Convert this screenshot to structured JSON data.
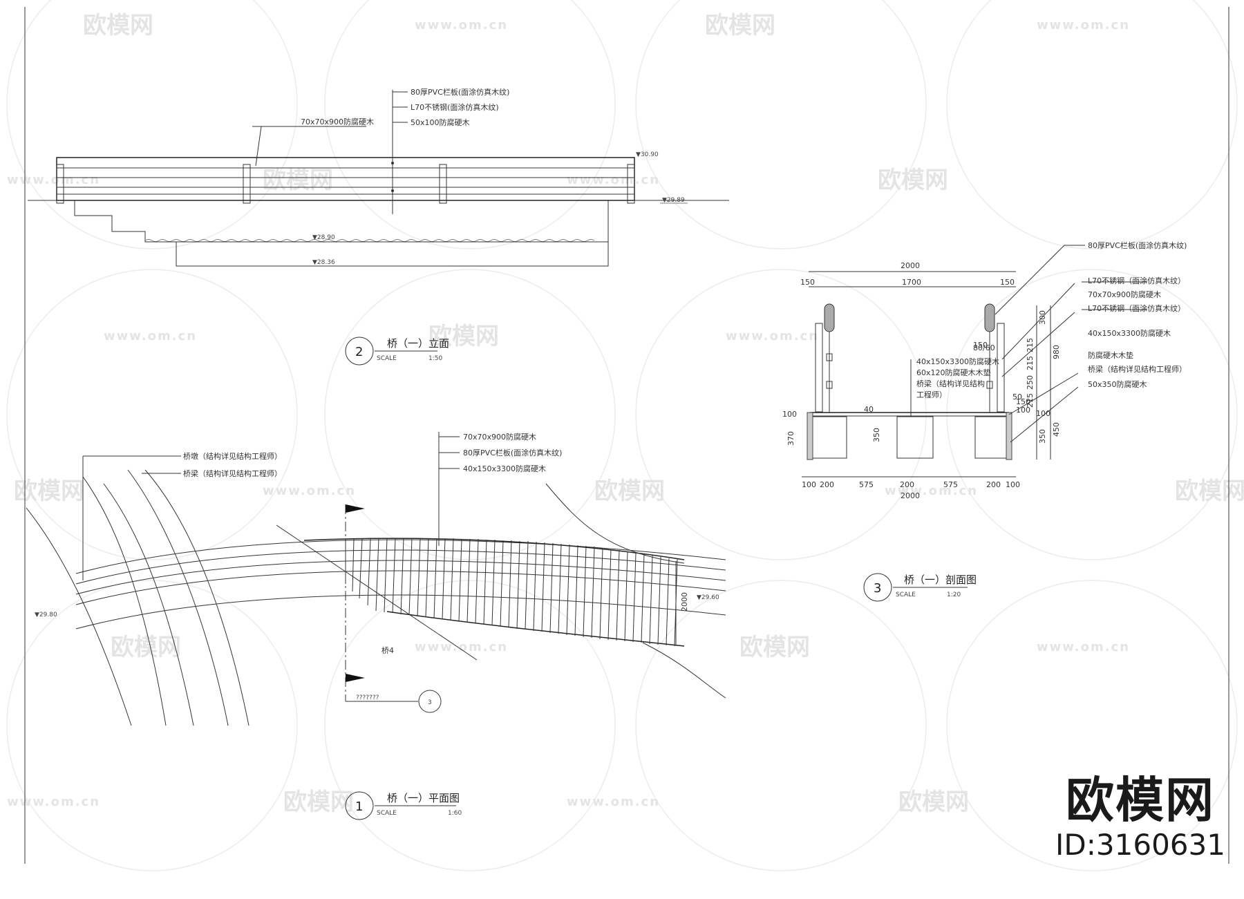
{
  "watermark": {
    "brand": "欧模网",
    "url": "www.om.cn"
  },
  "corner_brand": {
    "name": "欧模网",
    "id": "ID:3160631"
  },
  "elevation": {
    "notes": [
      "80厚PVC栏板(面涂仿真木纹)",
      "L70不锈钢(面涂仿真木纹)",
      "50x100防腐硬木"
    ],
    "post_note": "70x70x900防腐硬木",
    "levels": [
      "▼30.90",
      "▼29.89",
      "▼28.90",
      "▼28.36"
    ],
    "title": "桥（一）立面",
    "number": "2",
    "scale_label": "SCALE",
    "scale_value": "1:50"
  },
  "section": {
    "top_dims": {
      "overall": "2000",
      "left": "150",
      "mid": "1700",
      "right": "150"
    },
    "right_notes": [
      "80厚PVC栏板(面涂仿真木纹)",
      "L70不锈钢（面涂仿真木纹）",
      "70x70x900防腐硬木",
      "L70不锈钢（面涂仿真木纹）",
      "40x150x3300防腐硬木",
      "防腐硬木木垫",
      "桥梁（结构详见结构工程师）",
      "50x350防腐硬木"
    ],
    "mid_notes": [
      "40x150x3300防腐硬木",
      "60x120防腐硬木木垫",
      "桥梁（结构详见结构",
      "工程师）"
    ],
    "right_dims": [
      "300",
      "215",
      "215",
      "250",
      "215",
      "980",
      "100",
      "350",
      "450",
      "150",
      "100",
      "50"
    ],
    "left_dims": [
      "100",
      "370"
    ],
    "inner_dims": [
      "40",
      "350",
      "150",
      "80/60"
    ],
    "bottom_dims": [
      "100",
      "200",
      "575",
      "200",
      "575",
      "200",
      "100"
    ],
    "bottom_total": "2000",
    "title": "桥（一）剖面图",
    "number": "3",
    "scale_label": "SCALE",
    "scale_value": "1:20"
  },
  "plan": {
    "notes_left": [
      "桥墩（结构详见结构工程师）",
      "桥梁（结构详见结构工程师）"
    ],
    "notes_top": [
      "70x70x900防腐硬木",
      "80厚PVC栏板(面涂仿真木纹)",
      "40x150x3300防腐硬木"
    ],
    "levels": [
      "▼29.60",
      "▼29.80"
    ],
    "width_dim": "2000",
    "bridge_tag": "桥4",
    "callout_text": "???????",
    "callout_number": "3",
    "title": "桥（一）平面图",
    "number": "1",
    "scale_label": "SCALE",
    "scale_value": "1:60"
  }
}
